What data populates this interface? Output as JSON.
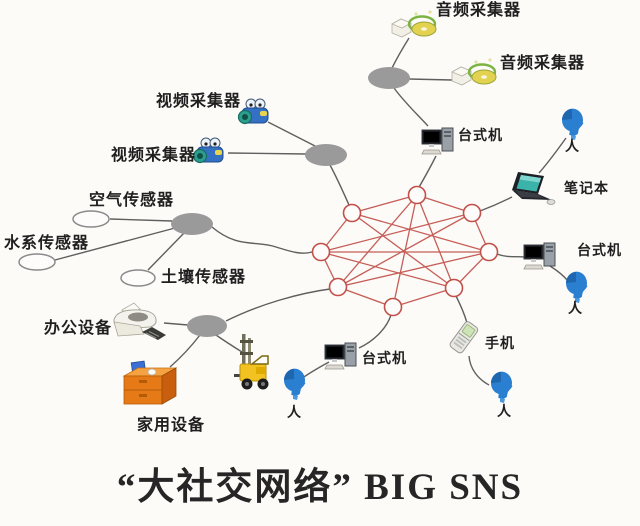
{
  "title": "“大社交网络” BIG SNS",
  "labels": {
    "audio_collector_1": "音频采集器",
    "audio_collector_2": "音频采集器",
    "video_collector_1": "视频采集器",
    "video_collector_2": "视频采集器",
    "air_sensor": "空气传感器",
    "water_sensor": "水系传感器",
    "soil_sensor": "土壤传感器",
    "office_equipment": "办公设备",
    "home_equipment": "家用设备",
    "desktop_top": "台式机",
    "desktop_right": "台式机",
    "desktop_bottom": "台式机",
    "laptop": "笔记本",
    "mobile_phone": "手机",
    "person_top_right": "人",
    "person_right": "人",
    "person_bottom_right": "人",
    "person_bottom_left": "人"
  },
  "network": {
    "core_mesh_nodes": 8,
    "hubs": [
      {
        "id": "audio-hub",
        "connects": [
          "音频采集器",
          "音频采集器",
          "台式机"
        ]
      },
      {
        "id": "video-hub",
        "connects": [
          "视频采集器",
          "视频采集器"
        ]
      },
      {
        "id": "sensor-hub",
        "connects": [
          "空气传感器",
          "水系传感器",
          "土壤传感器"
        ]
      },
      {
        "id": "equipment-hub",
        "connects": [
          "办公设备",
          "家用设备",
          "叉车"
        ]
      },
      {
        "id": "right-branch",
        "connects": [
          "笔记本",
          "台式机",
          "手机",
          "人",
          "人",
          "人",
          "人"
        ]
      }
    ]
  },
  "colors": {
    "mesh_red": "#c2504a",
    "link_gray": "#5f5f5f",
    "hub_gray": "#9a9a9a",
    "person_blue": "#2b7fd0",
    "home_orange": "#e67a17",
    "forklift_yellow": "#f2c320",
    "background": "#fcfbf8"
  }
}
